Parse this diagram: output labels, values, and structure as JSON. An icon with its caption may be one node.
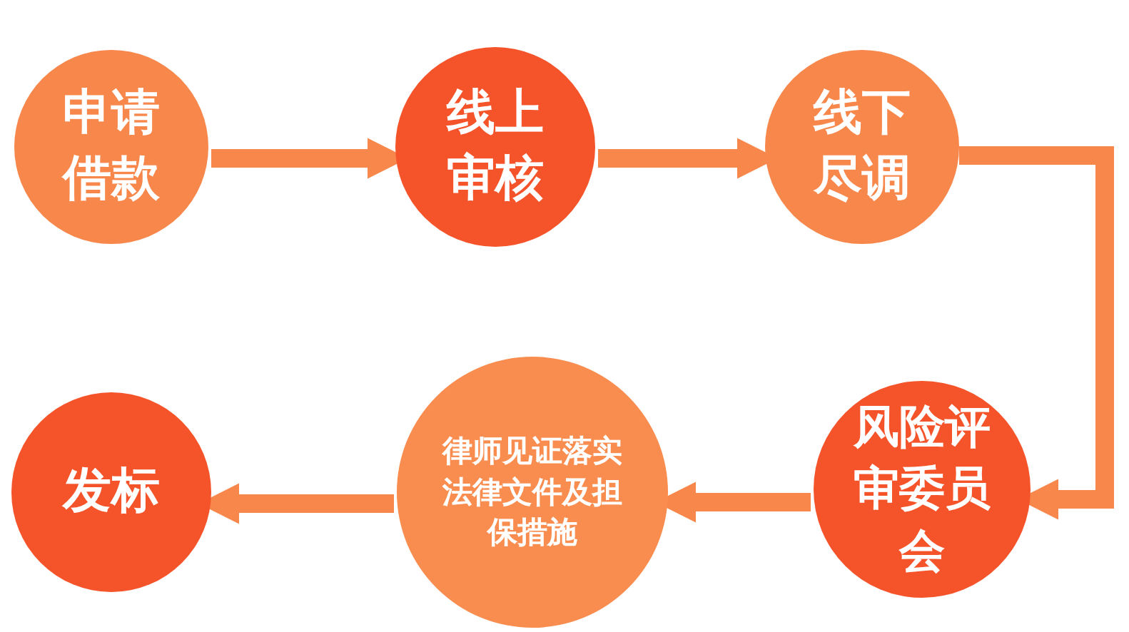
{
  "diagram": {
    "nodes": [
      {
        "text": [
          "申请借款"
        ]
      },
      {
        "text": [
          "线上审核"
        ]
      },
      {
        "text": [
          "线下尽调"
        ]
      },
      {
        "text": [
          "风险评审委员会"
        ]
      },
      {
        "text": [
          "律师见证落实法律文件及担保措施"
        ]
      },
      {
        "text": [
          "发标"
        ]
      }
    ],
    "edges": [
      {
        "from": 0,
        "to": 1,
        "arrow": "to"
      },
      {
        "from": 1,
        "to": 2,
        "arrow": "to"
      },
      {
        "from": 2,
        "to": 3,
        "arrow": "to"
      },
      {
        "from": 3,
        "to": 4,
        "arrow": "to"
      },
      {
        "from": 4,
        "to": 5,
        "arrow": "to"
      }
    ]
  }
}
